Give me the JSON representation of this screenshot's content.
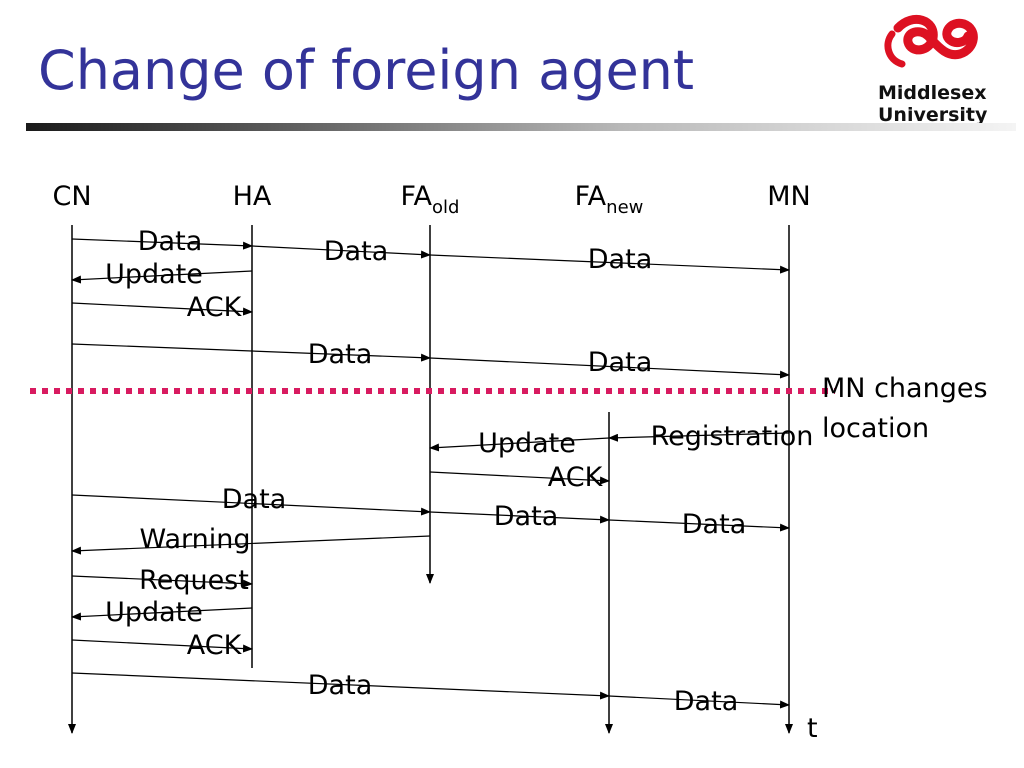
{
  "slide": {
    "title": "Change of foreign agent"
  },
  "logo": {
    "icon": "ribbon-logo-icon",
    "line1": "Middlesex",
    "line2": "University",
    "color": "#dd1122"
  },
  "entities": [
    {
      "id": "cn",
      "label": "CN",
      "sub": ""
    },
    {
      "id": "ha",
      "label": "HA",
      "sub": ""
    },
    {
      "id": "fa_old",
      "label": "FA",
      "sub": "old"
    },
    {
      "id": "fa_new",
      "label": "FA",
      "sub": "new"
    },
    {
      "id": "mn",
      "label": "MN",
      "sub": ""
    }
  ],
  "messages": [
    {
      "from": "cn",
      "to": "ha",
      "label": "Data"
    },
    {
      "from": "ha",
      "to": "fa_old",
      "label": "Data"
    },
    {
      "from": "fa_old",
      "to": "mn",
      "label": "Data"
    },
    {
      "from": "ha",
      "to": "cn",
      "label": "Update"
    },
    {
      "from": "cn",
      "to": "ha",
      "label": "ACK"
    },
    {
      "from": "cn",
      "to": "fa_old",
      "label": "Data"
    },
    {
      "from": "fa_old",
      "to": "mn",
      "label": "Data"
    },
    {
      "from": "fa_new",
      "to": "fa_old",
      "label": "Update"
    },
    {
      "from": "mn",
      "to": "fa_new",
      "label": "Registration"
    },
    {
      "from": "fa_old",
      "to": "fa_new",
      "label": "ACK"
    },
    {
      "from": "cn",
      "to": "fa_old",
      "label": "Data"
    },
    {
      "from": "fa_old",
      "to": "fa_new",
      "label": "Data"
    },
    {
      "from": "fa_new",
      "to": "mn",
      "label": "Data"
    },
    {
      "from": "fa_old",
      "to": "cn",
      "label": "Warning"
    },
    {
      "from": "cn",
      "to": "ha",
      "label": "Request"
    },
    {
      "from": "ha",
      "to": "cn",
      "label": "Update"
    },
    {
      "from": "cn",
      "to": "ha",
      "label": "ACK"
    },
    {
      "from": "cn",
      "to": "fa_new",
      "label": "Data"
    },
    {
      "from": "fa_new",
      "to": "mn",
      "label": "Data"
    }
  ],
  "event": {
    "label_line1": "MN changes",
    "label_line2": "location",
    "color": "#d81b60"
  },
  "time_axis_label": "t"
}
